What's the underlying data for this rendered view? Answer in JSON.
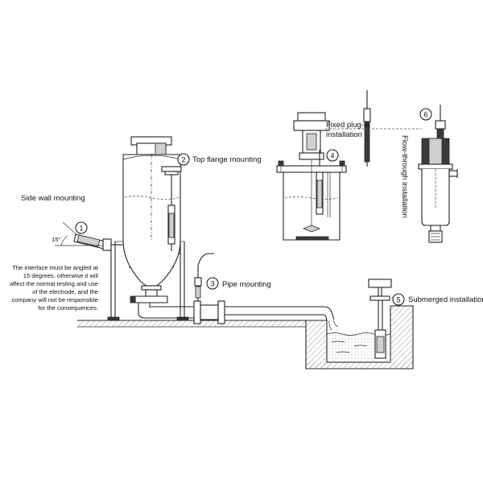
{
  "labels": {
    "side_wall": "Side wall mounting",
    "top_flange": "Top flange mounting",
    "pipe": "Pipe mounting",
    "fixed_plugin_line1": "Fixed plug-in",
    "fixed_plugin_line2": "installation",
    "flow_through": "Flow-through installation",
    "submerged": "Submerged installation",
    "angle": "15°"
  },
  "markers": {
    "m1": "1",
    "m2": "2",
    "m3": "3",
    "m4": "4",
    "m5": "5",
    "m6": "6"
  },
  "note": {
    "line1": "The interface must be angled at",
    "line2": "15 degrees, otherwise it will",
    "line3": "affect the normal testing and use",
    "line4": "of the electrode, and the",
    "line5": "company will not be responsible",
    "line6": "for the consequences."
  }
}
